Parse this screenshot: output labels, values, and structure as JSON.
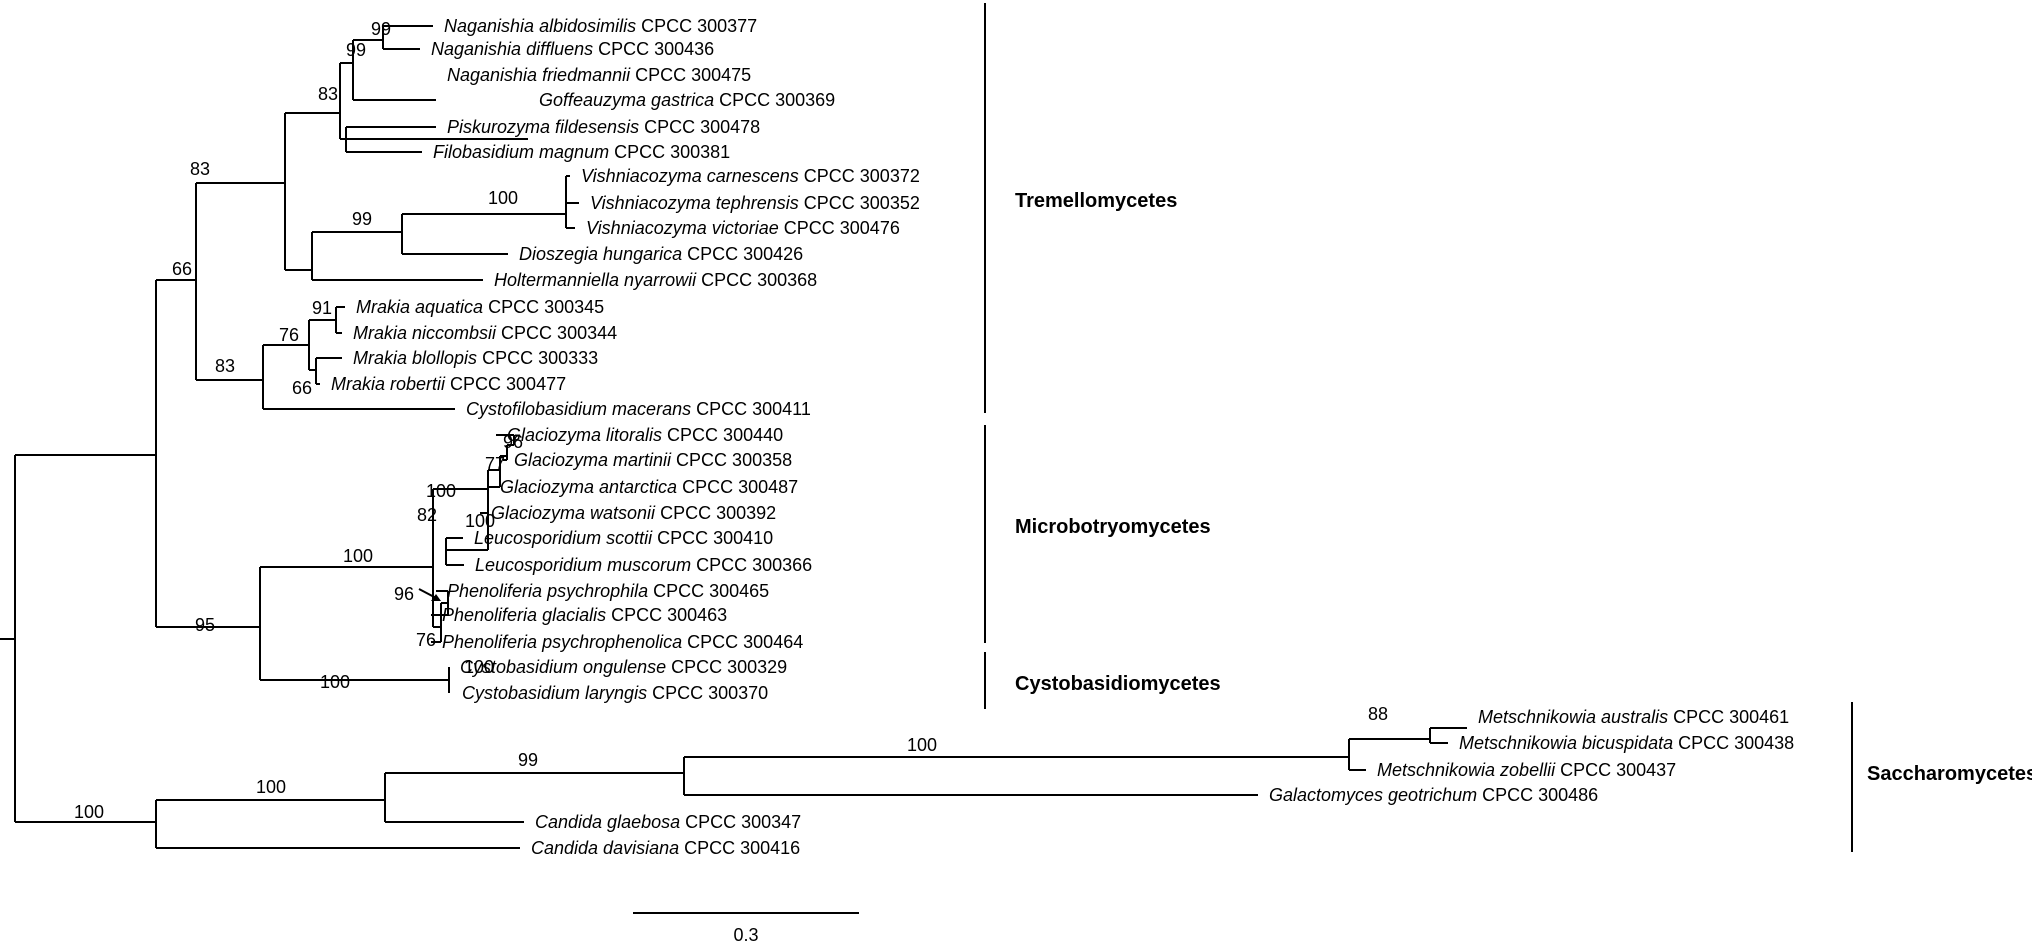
{
  "taxa": [
    {
      "genus_species": "Naganishia albidosimilis",
      "strain": "CPCC 300377"
    },
    {
      "genus_species": "Naganishia diffluens",
      "strain": "CPCC 300436"
    },
    {
      "genus_species": "Naganishia friedmannii",
      "strain": "CPCC 300475"
    },
    {
      "genus_species": "Goffeauzyma gastrica",
      "strain": "CPCC 300369"
    },
    {
      "genus_species": "Piskurozyma fildesensis",
      "strain": "CPCC 300478"
    },
    {
      "genus_species": "Filobasidium magnum",
      "strain": "CPCC 300381"
    },
    {
      "genus_species": "Vishniacozyma carnescens",
      "strain": "CPCC 300372"
    },
    {
      "genus_species": "Vishniacozyma tephrensis",
      "strain": "CPCC 300352"
    },
    {
      "genus_species": "Vishniacozyma victoriae",
      "strain": "CPCC 300476"
    },
    {
      "genus_species": "Dioszegia hungarica",
      "strain": "CPCC 300426"
    },
    {
      "genus_species": "Holtermanniella nyarrowii",
      "strain": "CPCC 300368"
    },
    {
      "genus_species": "Mrakia aquatica",
      "strain": "CPCC 300345"
    },
    {
      "genus_species": "Mrakia niccombsii",
      "strain": "CPCC 300344"
    },
    {
      "genus_species": "Mrakia blollopis",
      "strain": "CPCC 300333"
    },
    {
      "genus_species": "Mrakia robertii",
      "strain": "CPCC 300477"
    },
    {
      "genus_species": "Cystofilobasidium macerans",
      "strain": "CPCC 300411"
    },
    {
      "genus_species": "Glaciozyma litoralis",
      "strain": "CPCC 300440"
    },
    {
      "genus_species": "Glaciozyma martinii",
      "strain": "CPCC 300358"
    },
    {
      "genus_species": "Glaciozyma antarctica",
      "strain": "CPCC 300487"
    },
    {
      "genus_species": "Glaciozyma watsonii",
      "strain": "CPCC 300392"
    },
    {
      "genus_species": "Leucosporidium scottii",
      "strain": "CPCC 300410"
    },
    {
      "genus_species": "Leucosporidium muscorum",
      "strain": "CPCC 300366"
    },
    {
      "genus_species": "Phenoliferia psychrophila",
      "strain": "CPCC 300465"
    },
    {
      "genus_species": "Phenoliferia glacialis",
      "strain": "CPCC 300463"
    },
    {
      "genus_species": "Phenoliferia psychrophenolica",
      "strain": "CPCC 300464"
    },
    {
      "genus_species": "Cystobasidium ongulense",
      "strain": "CPCC 300329"
    },
    {
      "genus_species": "Cystobasidium laryngis",
      "strain": "CPCC 300370"
    },
    {
      "genus_species": "Metschnikowia australis",
      "strain": "CPCC 300461"
    },
    {
      "genus_species": "Metschnikowia bicuspidata",
      "strain": "CPCC 300438"
    },
    {
      "genus_species": "Metschnikowia zobellii",
      "strain": "CPCC 300437"
    },
    {
      "genus_species": "Galactomyces geotrichum",
      "strain": "CPCC 300486"
    },
    {
      "genus_species": "Candida glaebosa",
      "strain": "CPCC 300347"
    },
    {
      "genus_species": "Candida davisiana",
      "strain": "CPCC 300416"
    }
  ],
  "bootstrap": [
    "99",
    "99",
    "83",
    "83",
    "100",
    "99",
    "66",
    "91",
    "76",
    "66",
    "83",
    "100",
    "96",
    "77",
    "100",
    "100",
    "82",
    "96",
    "76",
    "100",
    "95",
    "100",
    "88",
    "100",
    "99",
    "100",
    "100"
  ],
  "clades": [
    "Tremellomycetes",
    "Microbotryomycetes",
    "Cystobasidiomycetes",
    "Saccharomycetes"
  ],
  "scale": {
    "value": 0.3,
    "label": "0.3"
  }
}
